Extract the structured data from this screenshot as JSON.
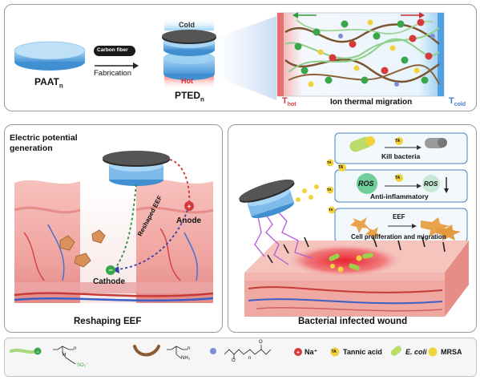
{
  "top_panel": {
    "paat_label": "PAAT",
    "paat_sub": "n",
    "carbon_fiber_label": "Carbon fiber",
    "fabrication_label": "Fabrication",
    "cold_label": "Cold",
    "hot_label": "Hot",
    "pted_label": "PTED",
    "pted_sub": "n",
    "t_hot_label": "T",
    "t_hot_sub": "hot",
    "t_cold_label": "T",
    "t_cold_sub": "cold",
    "ion_migration_label": "Ion thermal migration"
  },
  "left_panel": {
    "title_line1": "Electric potential",
    "title_line2": "generation",
    "anode_label": "Anode",
    "cathode_label": "Cathode",
    "reshaped_eef_line1": "Reshaped EEF",
    "caption": "Reshaping EEF"
  },
  "right_panel": {
    "kill_bacteria_label": "Kill bacteria",
    "ros_label_1": "ROS",
    "ros_label_2": "ROS",
    "anti_inflammatory_label": "Anti-inflammatory",
    "eef_label": "EEF",
    "cell_label": "Cell proliferation and migration",
    "ta_label": "TA",
    "caption": "Bacterial infected wound"
  },
  "legend": {
    "na_label": "Na⁺",
    "ta_label": "Tannic acid",
    "ecoli_label": "E. coli",
    "mrsa_label": "MRSA",
    "chem_n": "n",
    "chem_so3": "SO₃⁻",
    "chem_nh2": "NH₂",
    "chem_h": "H",
    "chem_o": "O"
  },
  "colors": {
    "gel_blue": "#6fb3e8",
    "hot_red": "#e8474f",
    "cold_blue": "#3f9de0",
    "skin_pink": "#f2a9a6",
    "cation_red": "#d63a3a",
    "anion_green": "#3aa64a",
    "ta_yellow": "#f2d23c"
  }
}
